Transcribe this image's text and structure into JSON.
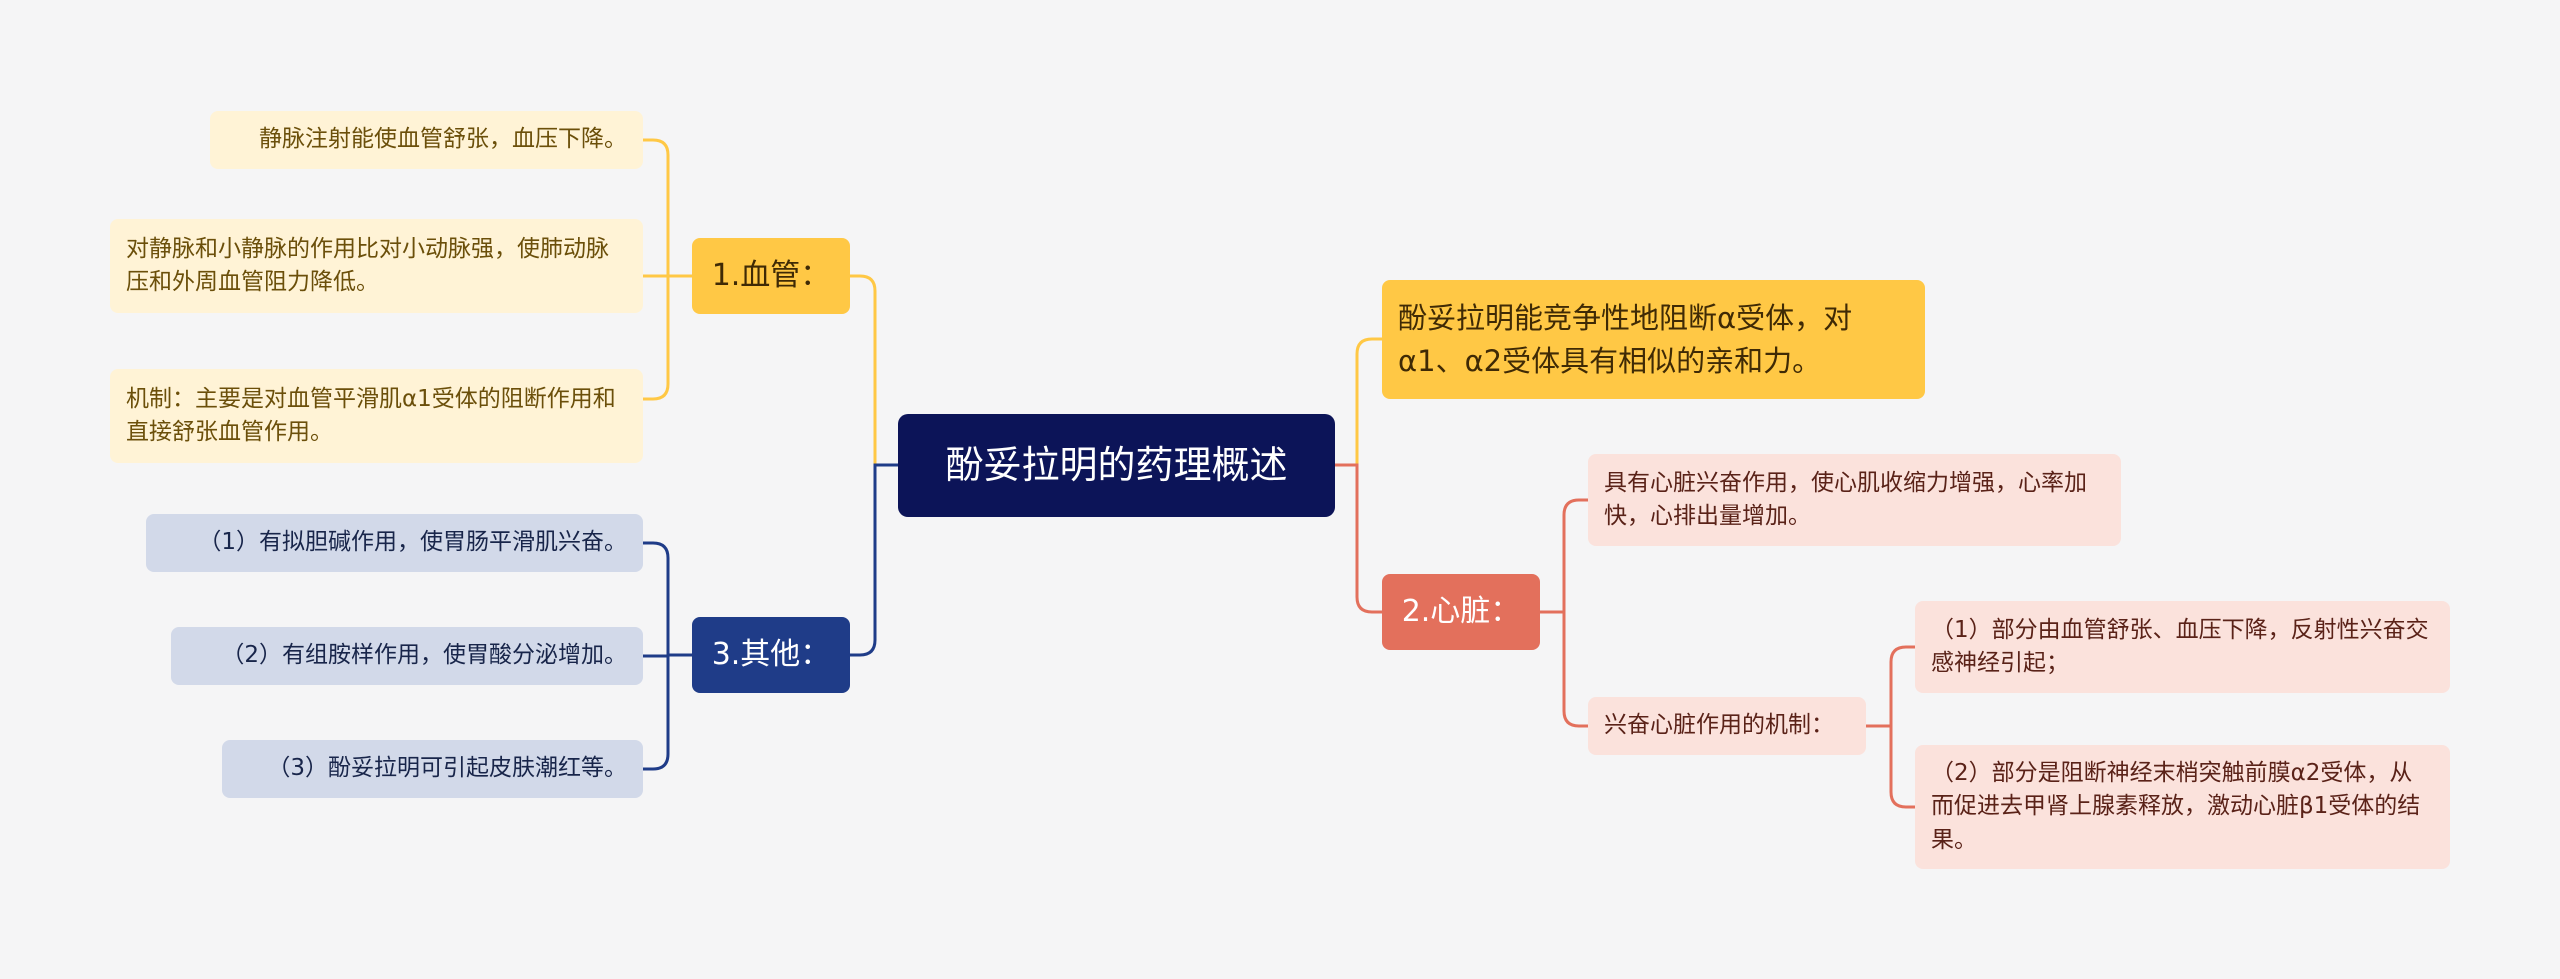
{
  "central": "酚妥拉明的药理概述",
  "left": {
    "vessel": {
      "title": "1.血管：",
      "items": [
        "静脉注射能使血管舒张，血压下降。",
        "对静脉和小静脉的作用比对小动脉强，使肺动脉压和外周血管阻力降低。",
        "机制：主要是对血管平滑肌α1受体的阻断作用和直接舒张血管作用。"
      ]
    },
    "other": {
      "title": "3.其他：",
      "items": [
        "（1）有拟胆碱作用，使胃肠平滑肌兴奋。",
        "（2）有组胺样作用，使胃酸分泌增加。",
        "（3）酚妥拉明可引起皮肤潮红等。"
      ]
    }
  },
  "right": {
    "receptor": "酚妥拉明能竞争性地阻断α受体，对α1、α2受体具有相似的亲和力。",
    "heart": {
      "title": "2.心脏：",
      "items": [
        "具有心脏兴奋作用，使心肌收缩力增强，心率加快，心排出量增加。",
        "兴奋心脏作用的机制："
      ],
      "mechanisms": [
        "（1）部分由血管舒张、血压下降，反射性兴奋交感神经引起；",
        "（2）部分是阻断神经末梢突触前膜α2受体，从而促进去甲肾上腺素释放，激动心脏β1受体的结果。"
      ]
    }
  },
  "colors": {
    "background": "#f5f5f6",
    "central": "#0c1458",
    "yellow": "#ffc845",
    "yellow_leaf": "#fff3d6",
    "blue": "#1f3c88",
    "blue_leaf": "#d2d9e9",
    "red": "#e3705c",
    "red_leaf": "#fbe2dc"
  }
}
